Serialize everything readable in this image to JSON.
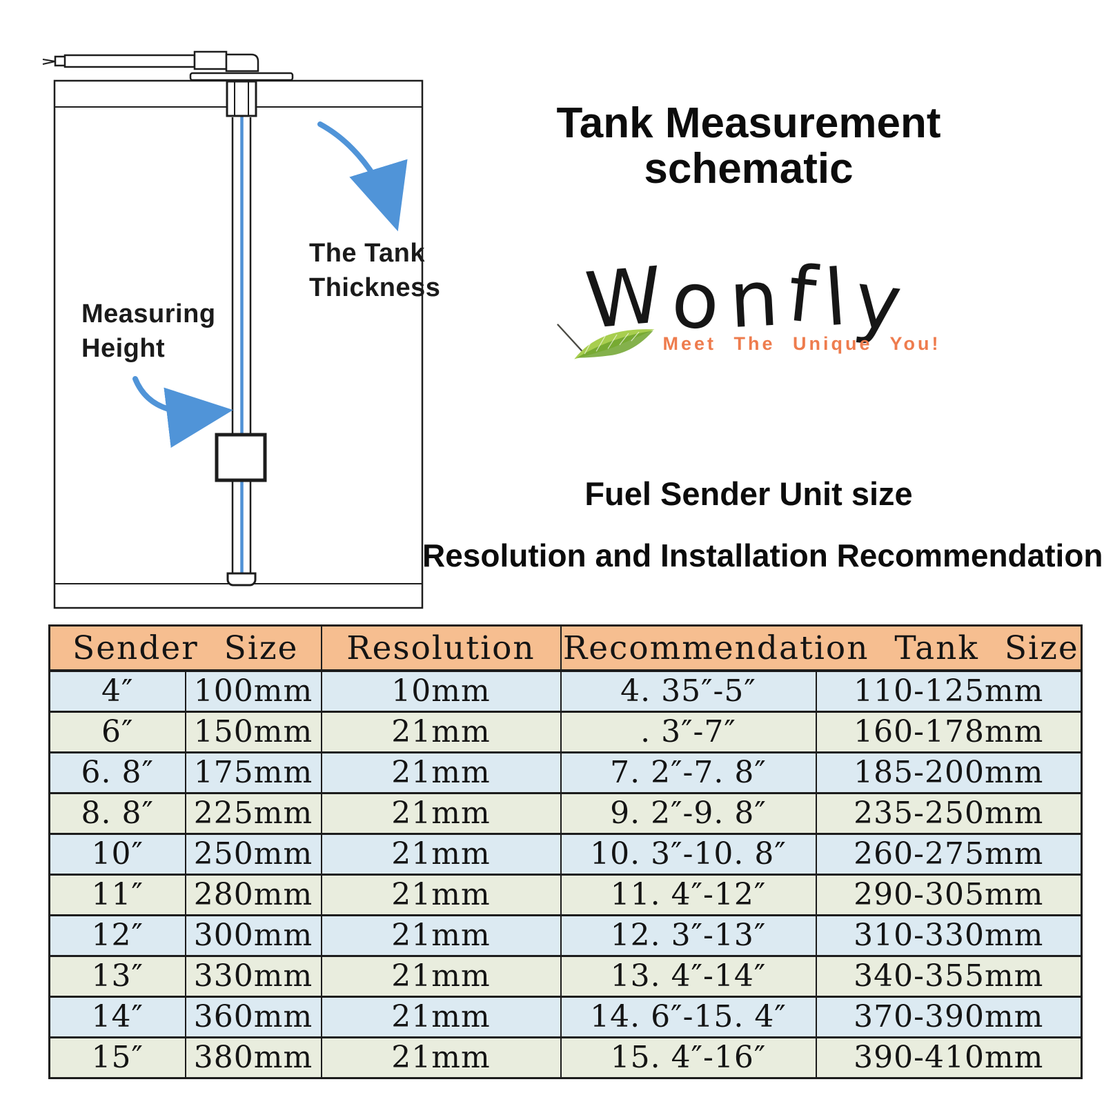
{
  "diagram": {
    "labels": {
      "thickness_line1": "The Tank",
      "thickness_line2": "Thickness",
      "height_line1": "Measuring",
      "height_line2": "Height"
    },
    "colors": {
      "arrow": "#5094D8",
      "rod": "#4F91D6",
      "line": "#1d1d1d"
    }
  },
  "header": {
    "title": "Tank Measurement schematic"
  },
  "brand": {
    "name": "Wonfly",
    "tagline": "Meet The Unique You!",
    "colors": {
      "tagline": "#EE7C4E",
      "leaf_light": "#A8CE4F",
      "leaf_dark": "#6FA32D"
    }
  },
  "sections": {
    "subtitle1": "Fuel Sender Unit size",
    "subtitle2": "Resolution and Installation Recommendation"
  },
  "table": {
    "columns": [
      "Sender Size",
      "Resolution",
      "Recommendation Tank Size"
    ],
    "colors": {
      "header_bg": "#F6BE90",
      "row_blue": "#DCEAF2",
      "row_green": "#E9EDDE",
      "border": "#1c1c1c"
    },
    "rows": [
      {
        "size_in": "4″",
        "size_mm": "100mm",
        "resolution": "10mm",
        "rec_in": "4. 35″-5″",
        "rec_mm": "110-125mm"
      },
      {
        "size_in": "6″",
        "size_mm": "150mm",
        "resolution": "21mm",
        "rec_in": ". 3″-7″",
        "rec_mm": "160-178mm"
      },
      {
        "size_in": "6. 8″",
        "size_mm": "175mm",
        "resolution": "21mm",
        "rec_in": "7. 2″-7. 8″",
        "rec_mm": "185-200mm"
      },
      {
        "size_in": "8. 8″",
        "size_mm": "225mm",
        "resolution": "21mm",
        "rec_in": "9. 2″-9. 8″",
        "rec_mm": "235-250mm"
      },
      {
        "size_in": "10″",
        "size_mm": "250mm",
        "resolution": "21mm",
        "rec_in": "10. 3″-10. 8″",
        "rec_mm": "260-275mm"
      },
      {
        "size_in": "11″",
        "size_mm": "280mm",
        "resolution": "21mm",
        "rec_in": "11. 4″-12″",
        "rec_mm": "290-305mm"
      },
      {
        "size_in": "12″",
        "size_mm": "300mm",
        "resolution": "21mm",
        "rec_in": "12. 3″-13″",
        "rec_mm": "310-330mm"
      },
      {
        "size_in": "13″",
        "size_mm": "330mm",
        "resolution": "21mm",
        "rec_in": "13. 4″-14″",
        "rec_mm": "340-355mm"
      },
      {
        "size_in": "14″",
        "size_mm": "360mm",
        "resolution": "21mm",
        "rec_in": "14. 6″-15. 4″",
        "rec_mm": "370-390mm"
      },
      {
        "size_in": "15″",
        "size_mm": "380mm",
        "resolution": "21mm",
        "rec_in": "15. 4″-16″",
        "rec_mm": "390-410mm"
      }
    ]
  }
}
